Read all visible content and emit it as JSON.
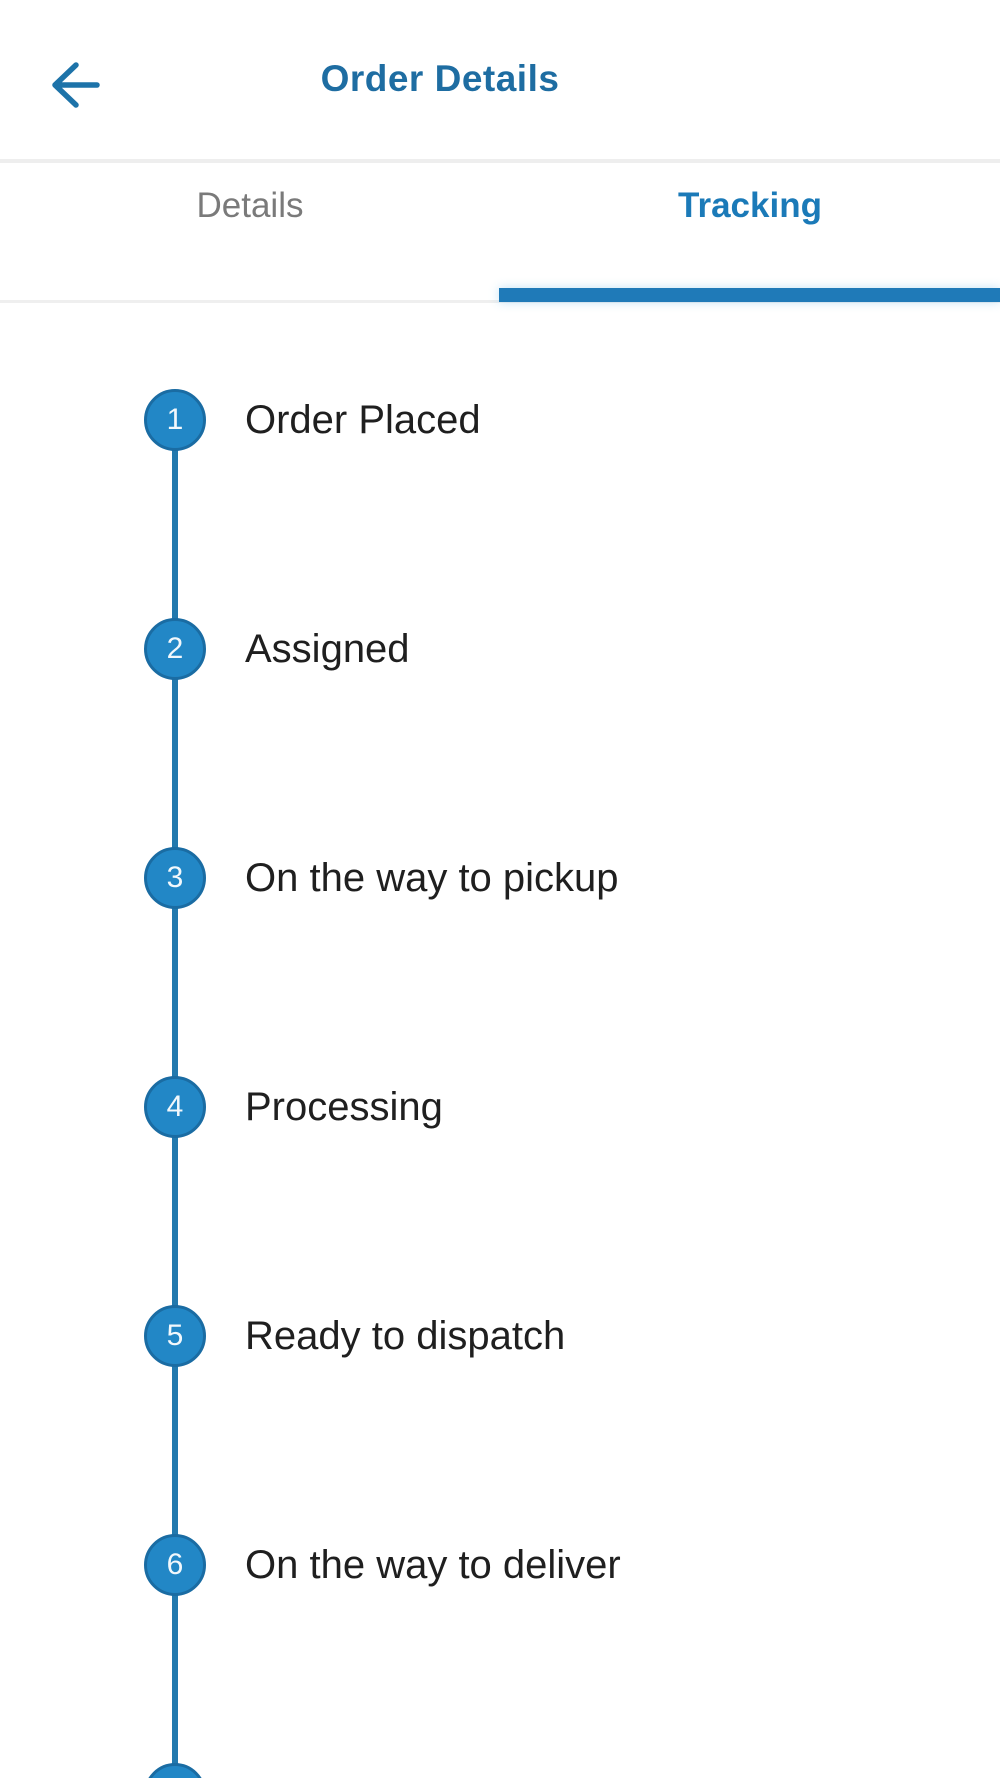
{
  "header": {
    "title": "Order Details",
    "back_icon": "arrow-left-icon"
  },
  "tabs": [
    {
      "label": "Details",
      "active": false
    },
    {
      "label": "Tracking",
      "active": true
    }
  ],
  "tracking": {
    "steps": [
      {
        "number": "1",
        "label": "Order Placed"
      },
      {
        "number": "2",
        "label": "Assigned"
      },
      {
        "number": "3",
        "label": "On the way to pickup"
      },
      {
        "number": "4",
        "label": "Processing"
      },
      {
        "number": "5",
        "label": "Ready to dispatch"
      },
      {
        "number": "6",
        "label": "On the way to deliver"
      },
      {
        "number": "",
        "label": "",
        "partial": true
      }
    ]
  },
  "colors": {
    "accent_blue": "#1f7ab8",
    "title_blue": "#1e6da2",
    "circle_blue": "#2287c6",
    "circle_ring_blue": "#1a6ca3",
    "line_blue": "#2279ae",
    "inactive_tab_gray": "#7a7a7a",
    "label_dark": "#1f1f1f",
    "divider_gray": "#eeeeee",
    "background": "#ffffff"
  }
}
